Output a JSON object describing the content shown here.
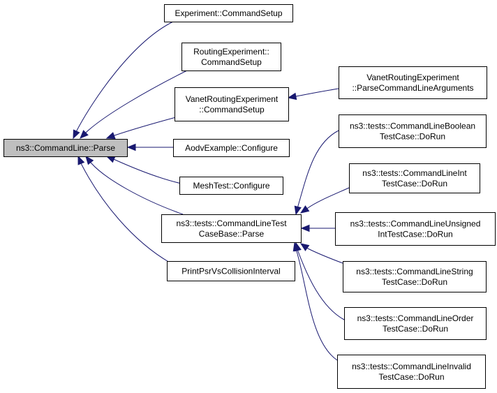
{
  "diagram": {
    "colors": {
      "edge": "#191970",
      "root_fill": "#bfbfbf",
      "node_fill": "#ffffff",
      "border": "#000000"
    },
    "nodes": [
      {
        "id": "parse",
        "lines": [
          "ns3::CommandLine::Parse"
        ],
        "root": true
      },
      {
        "id": "exp_setup",
        "lines": [
          "Experiment::CommandSetup"
        ]
      },
      {
        "id": "routing_setup",
        "lines": [
          "RoutingExperiment::",
          "CommandSetup"
        ]
      },
      {
        "id": "vanet_setup",
        "lines": [
          "VanetRoutingExperiment",
          "::CommandSetup"
        ]
      },
      {
        "id": "aodv",
        "lines": [
          "AodvExample::Configure"
        ]
      },
      {
        "id": "mesh",
        "lines": [
          "MeshTest::Configure"
        ]
      },
      {
        "id": "testbase",
        "lines": [
          "ns3::tests::CommandLineTest",
          "CaseBase::Parse"
        ]
      },
      {
        "id": "printpsr",
        "lines": [
          "PrintPsrVsCollisionInterval"
        ]
      },
      {
        "id": "vanet_parse",
        "lines": [
          "VanetRoutingExperiment",
          "::ParseCommandLineArguments"
        ]
      },
      {
        "id": "t_bool",
        "lines": [
          "ns3::tests::CommandLineBoolean",
          "TestCase::DoRun"
        ]
      },
      {
        "id": "t_int",
        "lines": [
          "ns3::tests::CommandLineInt",
          "TestCase::DoRun"
        ]
      },
      {
        "id": "t_uns",
        "lines": [
          "ns3::tests::CommandLineUnsigned",
          "IntTestCase::DoRun"
        ]
      },
      {
        "id": "t_str",
        "lines": [
          "ns3::tests::CommandLineString",
          "TestCase::DoRun"
        ]
      },
      {
        "id": "t_order",
        "lines": [
          "ns3::tests::CommandLineOrder",
          "TestCase::DoRun"
        ]
      },
      {
        "id": "t_invalid",
        "lines": [
          "ns3::tests::CommandLineInvalid",
          "TestCase::DoRun"
        ]
      }
    ],
    "edges": [
      {
        "from": "exp_setup",
        "to": "parse"
      },
      {
        "from": "routing_setup",
        "to": "parse"
      },
      {
        "from": "vanet_setup",
        "to": "parse"
      },
      {
        "from": "aodv",
        "to": "parse"
      },
      {
        "from": "mesh",
        "to": "parse"
      },
      {
        "from": "testbase",
        "to": "parse"
      },
      {
        "from": "printpsr",
        "to": "parse"
      },
      {
        "from": "vanet_parse",
        "to": "vanet_setup"
      },
      {
        "from": "t_bool",
        "to": "testbase"
      },
      {
        "from": "t_int",
        "to": "testbase"
      },
      {
        "from": "t_uns",
        "to": "testbase"
      },
      {
        "from": "t_str",
        "to": "testbase"
      },
      {
        "from": "t_order",
        "to": "testbase"
      },
      {
        "from": "t_invalid",
        "to": "testbase"
      }
    ]
  }
}
